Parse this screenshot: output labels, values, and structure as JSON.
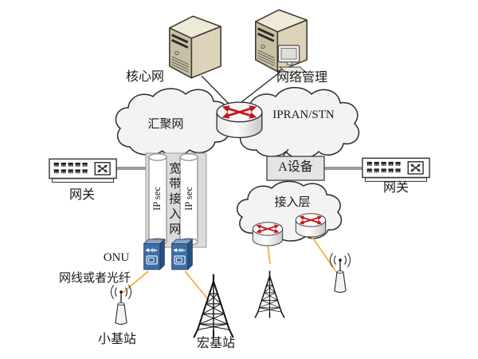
{
  "labels": {
    "core_network": "核心网",
    "network_management": "网络管理",
    "aggregation_network": "汇聚网",
    "ipran_stn": "IPRAN/STN",
    "gateway_left": "网关",
    "gateway_right": "网关",
    "a_device": "A设备",
    "ipsec_left": "IP sec",
    "ipsec_right": "IP sec",
    "broadband_access_network": "宽带接入网",
    "access_layer": "接入层",
    "onu": "ONU",
    "cable_or_fiber": "网线或者光纤",
    "small_base_station": "小基站",
    "macro_base_station": "宏基站"
  },
  "colors": {
    "orange-line": "#FFAD42",
    "connector-gray": "#9a9a9a",
    "cloud-fill": "#f3f3f3",
    "outline-dark": "#2b2b2b",
    "band-fill": "#dcdcdc",
    "server-top": "#efe9d8",
    "server-left": "#c9bfa2",
    "server-right": "#ddd3ba",
    "router-red": "#c41616",
    "onu-front": "#3e6ea7",
    "onu-side": "#28517f",
    "onu-top": "#88a5c8",
    "a-device-box": "#e4e4e4",
    "label-color": "#1a1a1a"
  }
}
